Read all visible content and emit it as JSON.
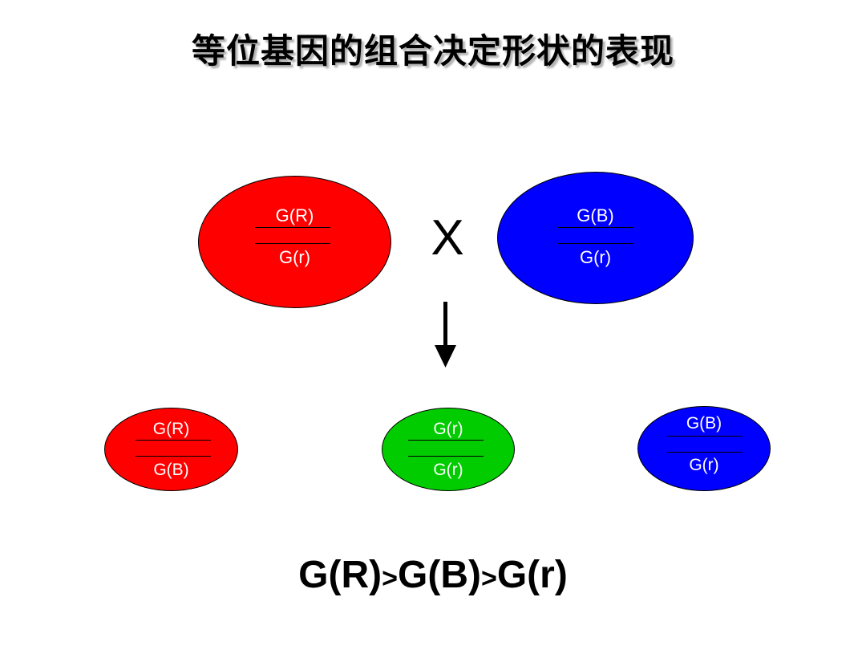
{
  "slide": {
    "title": "等位基因的组合决定形状的表现",
    "cross_symbol": "X",
    "colors": {
      "red": "#ff0000",
      "blue": "#0000ff",
      "green": "#00cc00",
      "text_on_shape": "#ffffff"
    },
    "parents": [
      {
        "color": "red",
        "top_allele": "G(R)",
        "bottom_allele": "G(r)"
      },
      {
        "color": "blue",
        "top_allele": "G(B)",
        "bottom_allele": "G(r)"
      }
    ],
    "offspring": [
      {
        "color": "red",
        "top_allele": "G(R)",
        "bottom_allele": "G(B)"
      },
      {
        "color": "green",
        "top_allele": "G(r)",
        "bottom_allele": "G(r)"
      },
      {
        "color": "blue",
        "top_allele": "G(B)",
        "bottom_allele": "G(r)"
      }
    ],
    "dominance": {
      "first": "G(R)",
      "sep1": ">",
      "second": "G(B)",
      "sep2": ">",
      "third": "G(r)"
    }
  }
}
